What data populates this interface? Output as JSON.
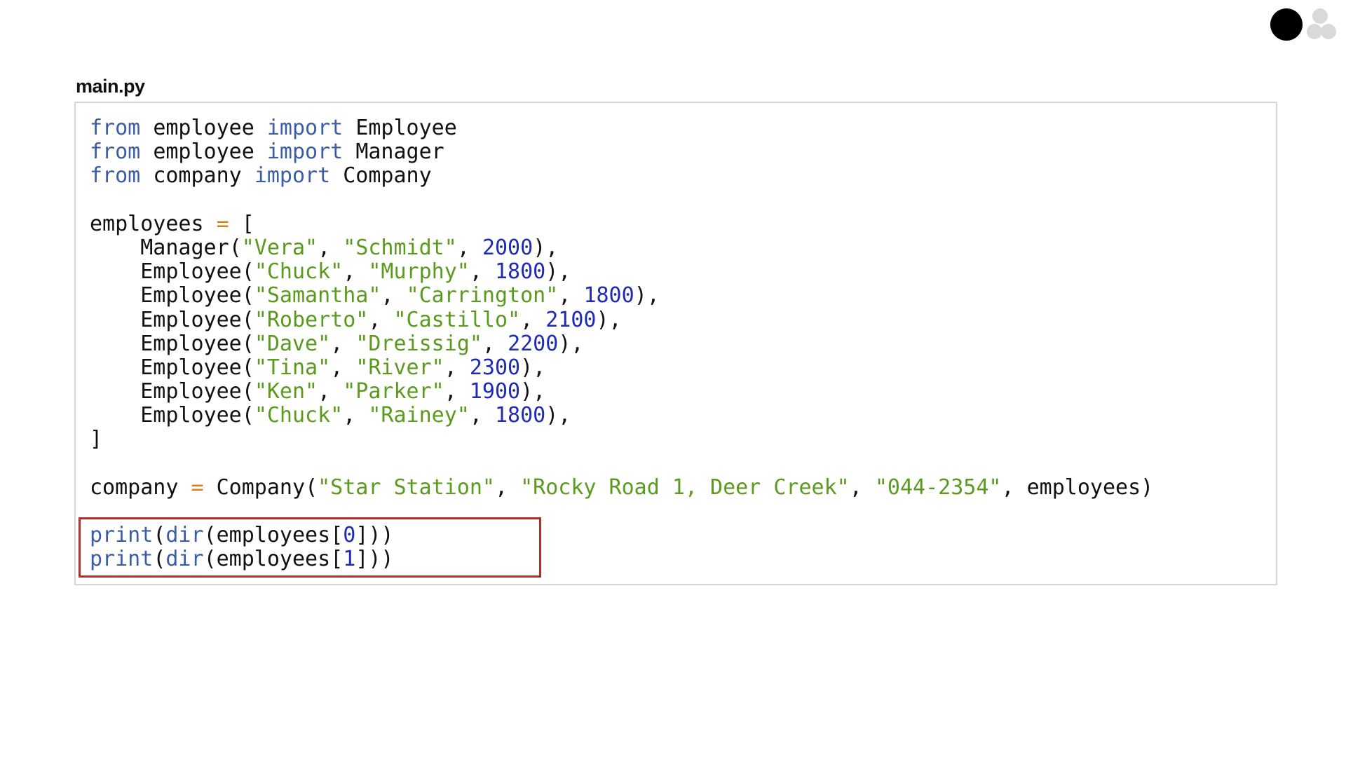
{
  "file": {
    "title": "main.py"
  },
  "code": {
    "imports": [
      {
        "kw_from": "from",
        "module": "employee",
        "kw_import": "import",
        "name": "Employee"
      },
      {
        "kw_from": "from",
        "module": "employee",
        "kw_import": "import",
        "name": "Manager"
      },
      {
        "kw_from": "from",
        "module": "company",
        "kw_import": "import",
        "name": "Company"
      }
    ],
    "list_var": "employees",
    "assign_op": "=",
    "list_open": "[",
    "list_close": "]",
    "employees": [
      {
        "cls": "Manager",
        "first": "\"Vera\"",
        "last": "\"Schmidt\"",
        "salary": "2000"
      },
      {
        "cls": "Employee",
        "first": "\"Chuck\"",
        "last": "\"Murphy\"",
        "salary": "1800"
      },
      {
        "cls": "Employee",
        "first": "\"Samantha\"",
        "last": "\"Carrington\"",
        "salary": "1800"
      },
      {
        "cls": "Employee",
        "first": "\"Roberto\"",
        "last": "\"Castillo\"",
        "salary": "2100"
      },
      {
        "cls": "Employee",
        "first": "\"Dave\"",
        "last": "\"Dreissig\"",
        "salary": "2200"
      },
      {
        "cls": "Employee",
        "first": "\"Tina\"",
        "last": "\"River\"",
        "salary": "2300"
      },
      {
        "cls": "Employee",
        "first": "\"Ken\"",
        "last": "\"Parker\"",
        "salary": "1900"
      },
      {
        "cls": "Employee",
        "first": "\"Chuck\"",
        "last": "\"Rainey\"",
        "salary": "1800"
      }
    ],
    "company_line": {
      "var": "company",
      "op": "=",
      "cls": "Company",
      "name": "\"Star Station\"",
      "address": "\"Rocky Road 1, Deer Creek\"",
      "phone": "\"044-2354\"",
      "arg": "employees"
    },
    "prints": [
      {
        "fn_print": "print",
        "fn_dir": "dir",
        "target": "employees",
        "index": "0"
      },
      {
        "fn_print": "print",
        "fn_dir": "dir",
        "target": "employees",
        "index": "1"
      }
    ]
  },
  "colors": {
    "keyword": "#3b5da8",
    "operator": "#e07b18",
    "string": "#5a9a1d",
    "number": "#1f2ab5",
    "highlight_border": "#a8332d"
  },
  "icons": {
    "logo": "three-dots-logo-icon"
  }
}
